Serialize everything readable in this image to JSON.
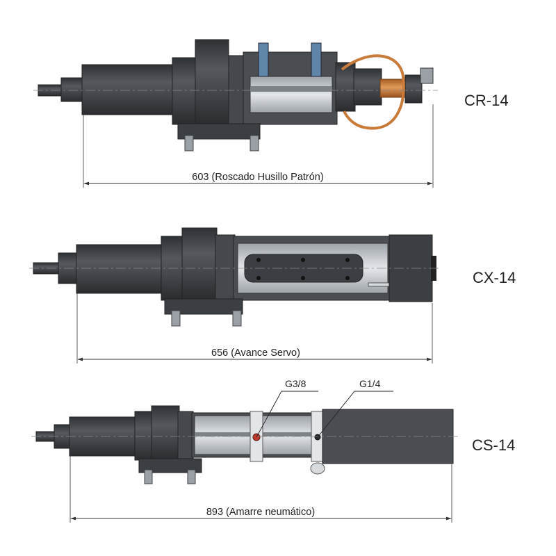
{
  "units": [
    {
      "model": "CR-14",
      "dimension": "603 (Roscado Husillo Patrón)"
    },
    {
      "model": "CX-14",
      "dimension": "656 (Avance Servo)"
    },
    {
      "model": "CS-14",
      "dimension": "893 (Amarre neumático)"
    }
  ],
  "ports": [
    "G3/8",
    "G1/4"
  ],
  "colors": {
    "body_dark": "#3b3e42",
    "body_mid": "#55595e",
    "rail_light": "#c9cdd1",
    "copper": "#c97b3a",
    "clamp_blue": "#5f86a8",
    "port_red": "#c0392b",
    "line": "#333333"
  }
}
